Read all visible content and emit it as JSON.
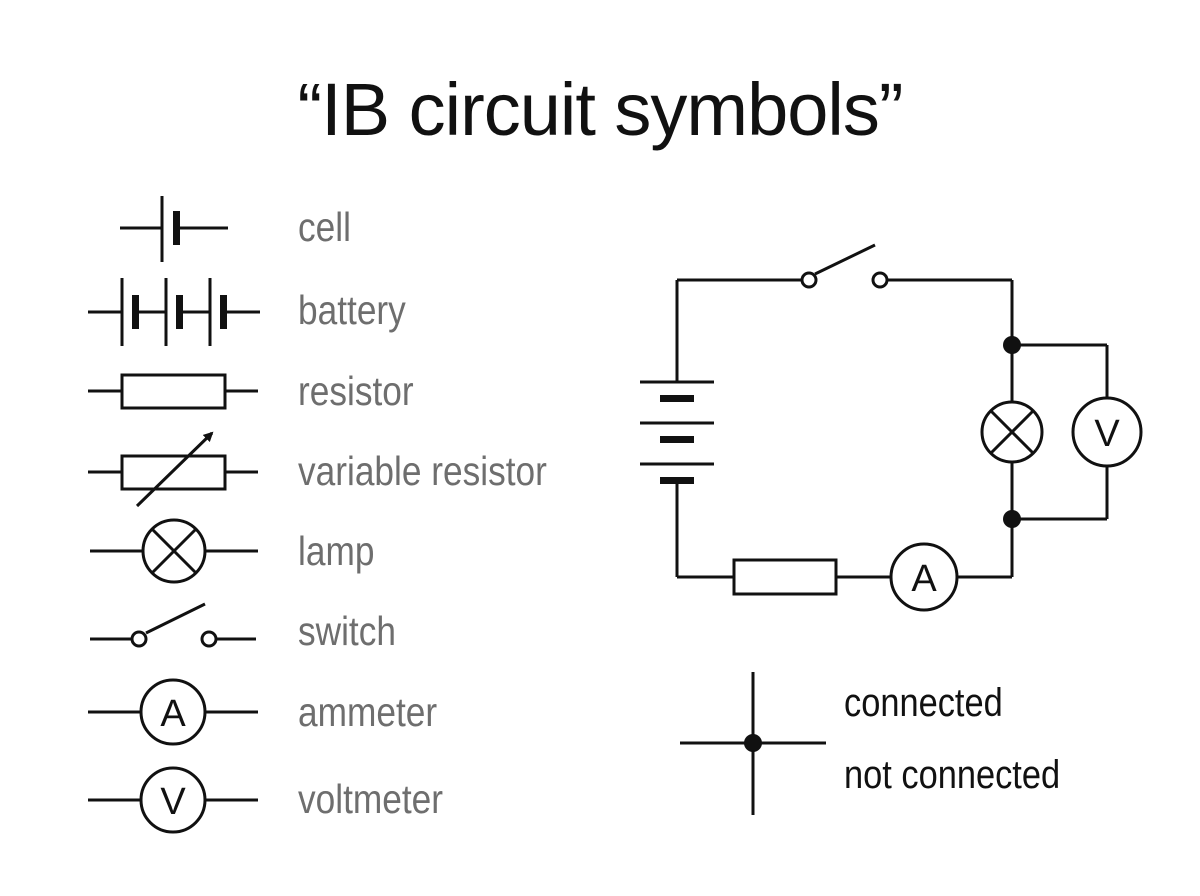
{
  "title": "“IB circuit symbols”",
  "symbols": [
    {
      "label": "cell",
      "icon": "cell-icon"
    },
    {
      "label": "battery",
      "icon": "battery-icon"
    },
    {
      "label": "resistor",
      "icon": "resistor-icon"
    },
    {
      "label": "variable resistor",
      "icon": "variable-resistor-icon"
    },
    {
      "label": "lamp",
      "icon": "lamp-icon"
    },
    {
      "label": "switch",
      "icon": "switch-icon"
    },
    {
      "label": "ammeter",
      "icon": "ammeter-icon",
      "letter": "A"
    },
    {
      "label": "voltmeter",
      "icon": "voltmeter-icon",
      "letter": "V"
    }
  ],
  "circuit": {
    "ammeter_letter": "A",
    "voltmeter_letter": "V"
  },
  "legend": {
    "connected_label": "connected",
    "not_connected_label": "not connected"
  },
  "colors": {
    "line": "#111111",
    "label_text": "#6e6e6e",
    "title_text": "#111111"
  }
}
